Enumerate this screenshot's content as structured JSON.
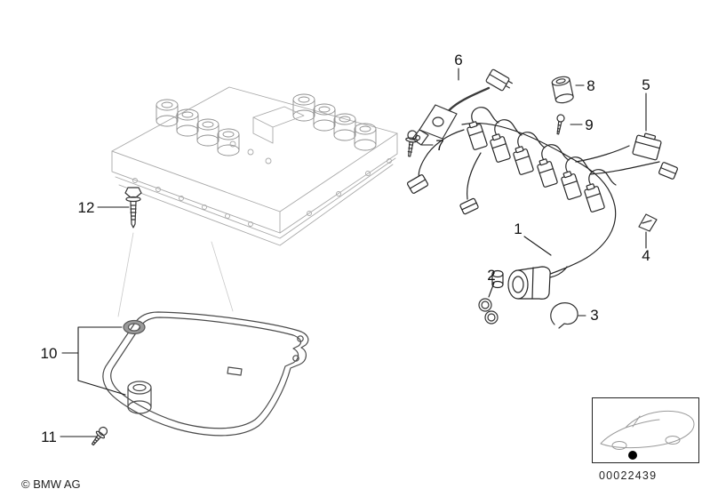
{
  "diagram": {
    "copyright": "© BMW AG",
    "image_number": "00022439",
    "callouts": [
      "1",
      "2",
      "3",
      "4",
      "5",
      "6",
      "7",
      "8",
      "9",
      "10",
      "11",
      "12"
    ]
  }
}
